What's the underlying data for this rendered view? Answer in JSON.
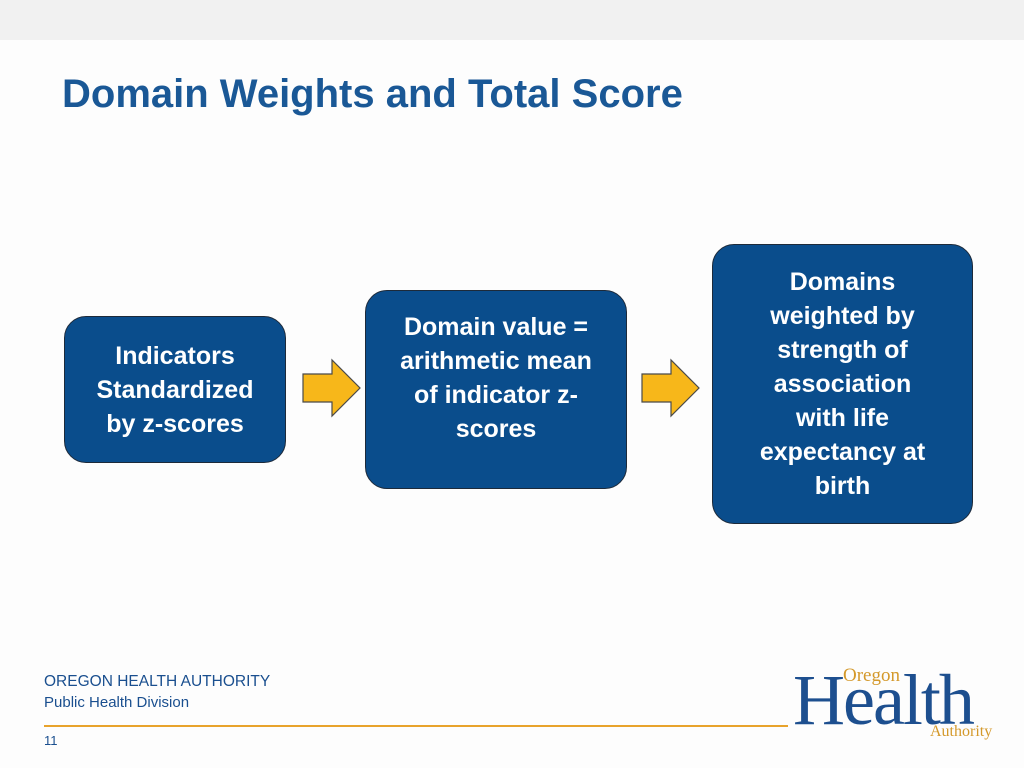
{
  "slide": {
    "title": "Domain Weights and Total Score"
  },
  "diagram": {
    "steps": [
      {
        "lines": [
          "Indicators",
          "Standardized",
          "by z-scores"
        ]
      },
      {
        "lines": [
          "Domain value =",
          "arithmetic mean",
          "of indicator z-",
          "scores"
        ]
      },
      {
        "lines": [
          "Domains",
          "weighted by",
          "strength of",
          "association",
          "with life",
          "expectancy at",
          "birth"
        ]
      }
    ],
    "box_color": "#0a4d8c",
    "arrow_color": "#f7b71a"
  },
  "footer": {
    "org": "OREGON HEALTH AUTHORITY",
    "division": "Public Health Division",
    "page_number": "11"
  },
  "logo": {
    "oregon": "Oregon",
    "health": "Health",
    "authority": "Authority"
  }
}
